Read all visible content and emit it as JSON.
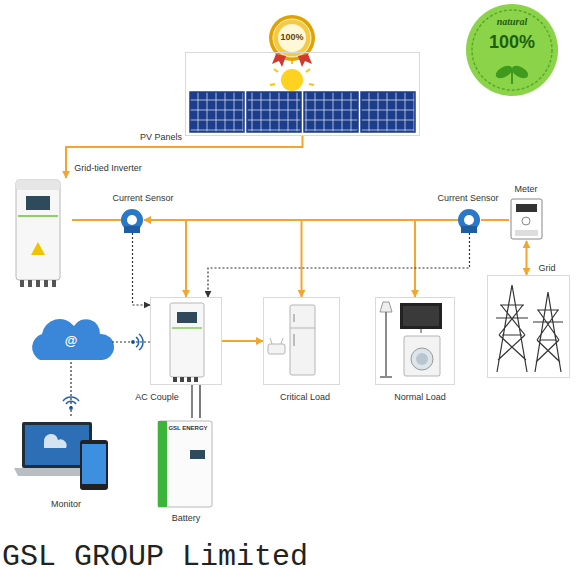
{
  "diagram": {
    "nodes": [
      {
        "text": [
          "PV Panels"
        ]
      },
      {
        "text": [
          "Grid-tied Inverter"
        ]
      },
      {
        "text": [
          "Current Sensor"
        ]
      },
      {
        "text": [
          "Current Sensor"
        ]
      },
      {
        "text": [
          "Meter"
        ]
      },
      {
        "text": [
          "Grid"
        ]
      },
      {
        "text": [
          "AC Couple"
        ]
      },
      {
        "text": [
          "Critical Load"
        ]
      },
      {
        "text": [
          "Normal Load"
        ]
      },
      {
        "text": [
          "Monitor"
        ]
      },
      {
        "text": [
          "Battery"
        ]
      },
      {
        "text": [
          "@"
        ]
      }
    ],
    "edges": [
      {
        "from": 0,
        "to": 1,
        "arrow": "to"
      },
      {
        "from": 1,
        "to": 2,
        "arrow": "none"
      },
      {
        "from": 2,
        "to": 3,
        "arrow": "none"
      },
      {
        "from": 3,
        "to": 4,
        "arrow": "none"
      },
      {
        "from": 2,
        "to": 6,
        "arrow": "both"
      },
      {
        "from": 2,
        "to": 7,
        "arrow": "to"
      },
      {
        "from": 3,
        "to": 8,
        "arrow": "to"
      },
      {
        "from": 4,
        "to": 5,
        "arrow": "both"
      },
      {
        "from": 6,
        "to": 7,
        "arrow": "to"
      },
      {
        "from": 6,
        "to": 10,
        "arrow": "none"
      },
      {
        "from": 2,
        "to": 6,
        "arrow": "to"
      },
      {
        "from": 3,
        "to": 6,
        "arrow": "to"
      },
      {
        "from": 11,
        "to": 6,
        "arrow": "none"
      },
      {
        "from": 11,
        "to": 9,
        "arrow": "none"
      }
    ],
    "labels": [
      "100%",
      "natural",
      "100%",
      "GSL ENERGY",
      "GSL GROUP Limited"
    ]
  }
}
